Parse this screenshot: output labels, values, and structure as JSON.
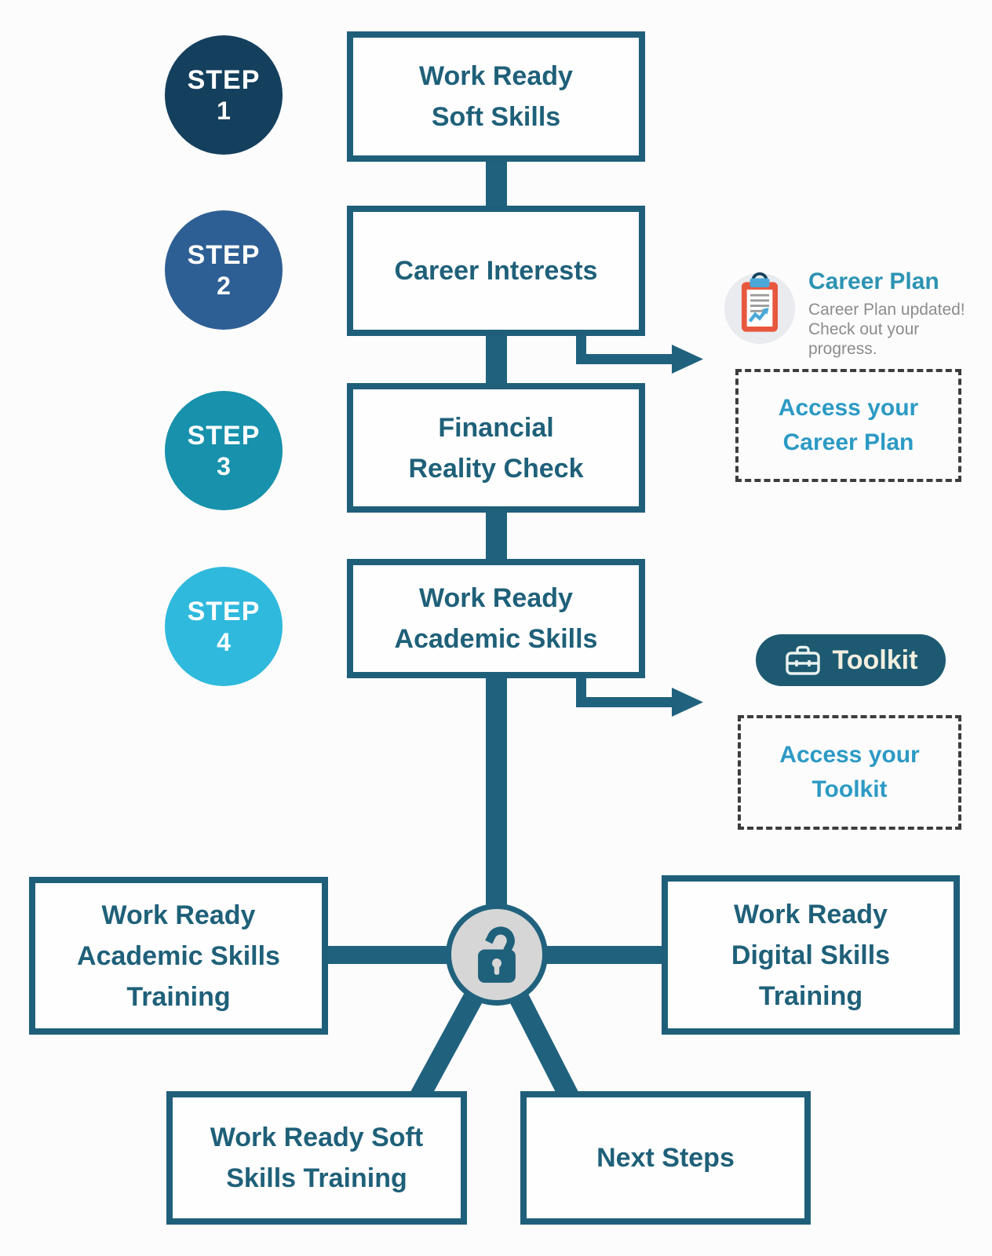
{
  "colors": {
    "line": "#20627E",
    "box_border": "#1F5F7A",
    "box_text": "#1F6079",
    "step1_bg": "#14405E",
    "step2_bg": "#2E5F94",
    "step3_bg": "#1791AC",
    "step4_bg": "#2FB9DD",
    "step_text": "#FFFFFF",
    "notification_title": "#2C93B2",
    "notification_subtitle": "#8C8C8C",
    "access_text": "#2C9AC4",
    "dashed_border": "#3D3D3D",
    "pill_bg": "#1D5A71",
    "pill_text": "#F2EFE0",
    "lock_bg": "#D6D6D6",
    "clipboard_red": "#E8583E",
    "clip_blue": "#4AA8D8"
  },
  "steps": [
    {
      "word": "STEP",
      "number": "1"
    },
    {
      "word": "STEP",
      "number": "2"
    },
    {
      "word": "STEP",
      "number": "3"
    },
    {
      "word": "STEP",
      "number": "4"
    }
  ],
  "flow_boxes": [
    {
      "line1": "Work Ready",
      "line2": "Soft Skills"
    },
    {
      "line1": "Career Interests",
      "line2": ""
    },
    {
      "line1": "Financial",
      "line2": "Reality Check"
    },
    {
      "line1": "Work Ready",
      "line2": "Academic Skills"
    }
  ],
  "career_plan_notification": {
    "icon": "clipboard-chart-icon",
    "title": "Career Plan",
    "message_line1": "Career Plan updated!",
    "message_line2": "Check out your",
    "message_line3": "progress."
  },
  "access_career_plan": {
    "line1": "Access your",
    "line2": "Career Plan"
  },
  "toolkit_button": {
    "icon": "toolbox-icon",
    "label": "Toolkit"
  },
  "access_toolkit": {
    "line1": "Access your",
    "line2": "Toolkit"
  },
  "lock_node": {
    "icon": "open-padlock-icon"
  },
  "training_boxes": {
    "academic": {
      "line1": "Work Ready",
      "line2": "Academic Skills",
      "line3": "Training"
    },
    "digital": {
      "line1": "Work Ready",
      "line2": "Digital Skills",
      "line3": "Training"
    },
    "soft": {
      "line1": "Work Ready Soft",
      "line2": "Skills Training"
    },
    "next": {
      "line1": "Next Steps"
    }
  }
}
